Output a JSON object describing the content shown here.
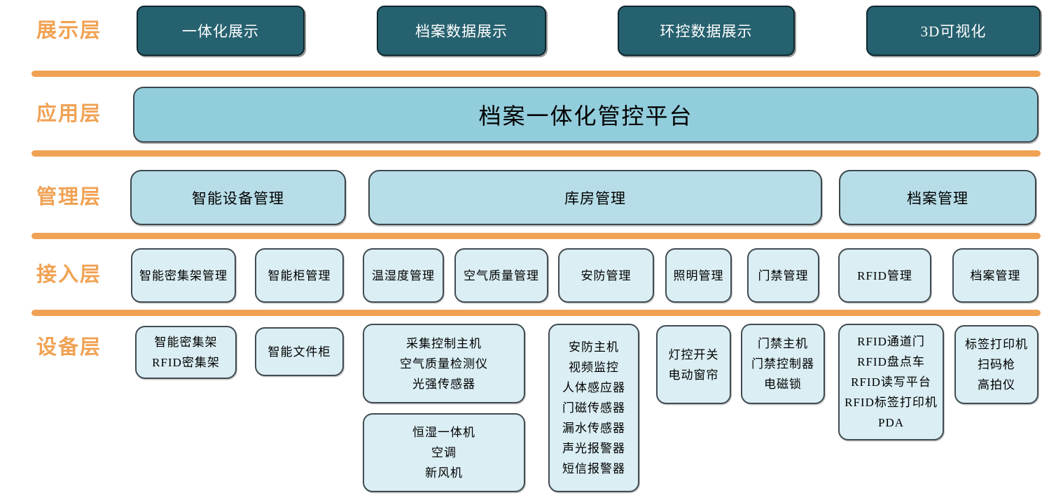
{
  "colors": {
    "c-orange": "#F0A254",
    "c-dark": "#26616F",
    "c-app": "#92CDDC",
    "c-mid": "#B7DEE8",
    "c-light": "#DAEEF3"
  },
  "layers": [
    {
      "name": "展示层",
      "boxes": [
        "一体化展示",
        "档案数据展示",
        "环控数据展示",
        "3D可视化"
      ]
    },
    {
      "name": "应用层",
      "boxes": [
        "档案一体化管控平台"
      ]
    },
    {
      "name": "管理层",
      "boxes": [
        "智能设备管理",
        "库房管理",
        "档案管理"
      ]
    },
    {
      "name": "接入层",
      "boxes": [
        "智能密集架管理",
        "智能柜管理",
        "温湿度管理",
        "空气质量管理",
        "安防管理",
        "照明管理",
        "门禁管理",
        "RFID管理",
        "档案管理"
      ]
    },
    {
      "name": "设备层",
      "boxes": [
        "智能密集架\nRFID密集架",
        "智能文件柜",
        "采集控制主机\n空气质量检测仪\n光强传感器",
        "恒湿一体机\n空调\n新风机",
        "安防主机\n视频监控\n人体感应器\n门磁传感器\n漏水传感器\n声光报警器\n短信报警器",
        "灯控开关\n电动窗帘",
        "门禁主机\n门禁控制器\n电磁锁",
        "RFID通道门\nRFID盘点车\nRFID读写平台\nRFID标签打印机\nPDA",
        "标签打印机\n扫码枪\n高拍仪"
      ]
    }
  ]
}
